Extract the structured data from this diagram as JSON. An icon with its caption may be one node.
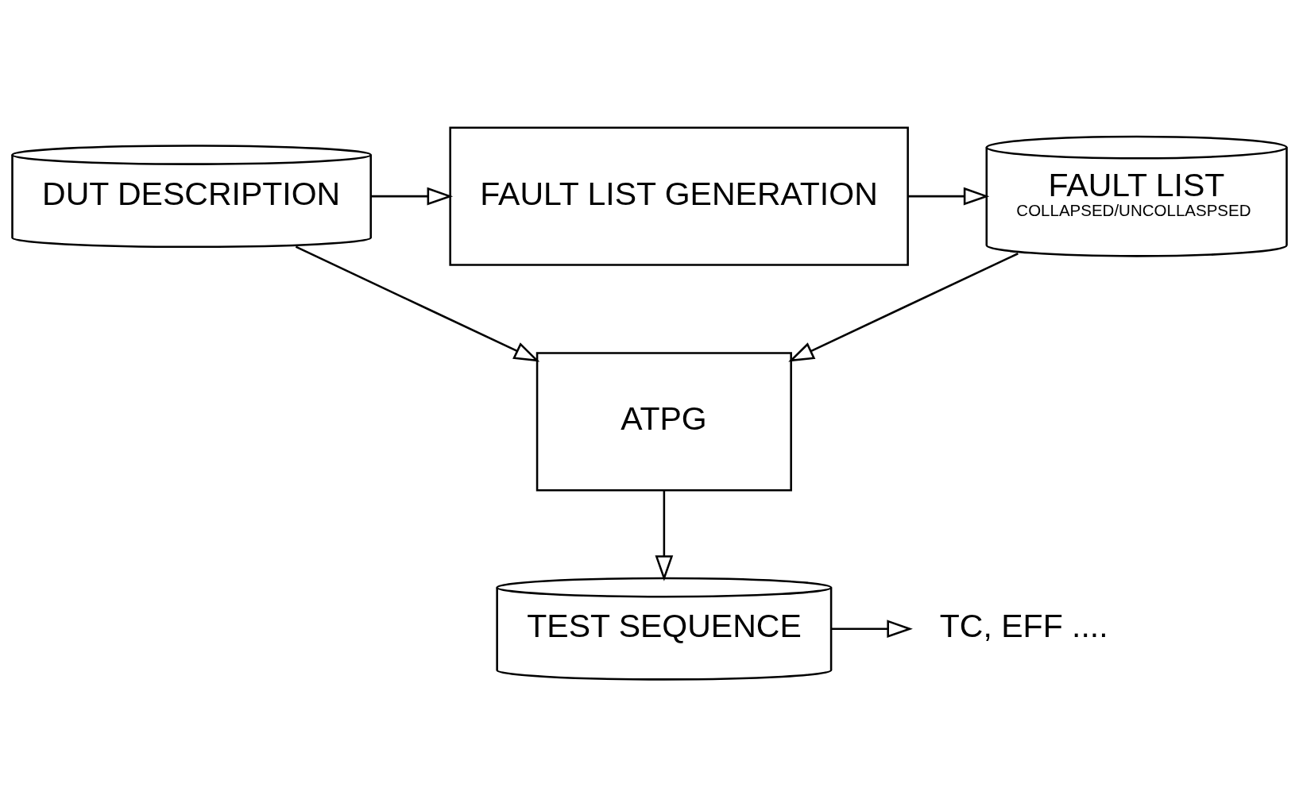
{
  "diagram": {
    "nodes": [
      {
        "text": [
          "DUT DESCRIPTION"
        ]
      },
      {
        "text": [
          "FAULT LIST GENERATION"
        ]
      },
      {
        "text": [
          "FAULT LIST",
          "COLLAPSED/UNCOLLASPSED"
        ]
      },
      {
        "text": [
          "ATPG"
        ]
      },
      {
        "text": [
          "TEST SEQUENCE"
        ]
      },
      {
        "text": [
          "TC, EFF ...."
        ]
      }
    ],
    "edges": [
      {
        "from": 0,
        "to": 1,
        "arrow": "to"
      },
      {
        "from": 1,
        "to": 2,
        "arrow": "to"
      },
      {
        "from": 0,
        "to": 3,
        "arrow": "to"
      },
      {
        "from": 2,
        "to": 3,
        "arrow": "to"
      },
      {
        "from": 3,
        "to": 4,
        "arrow": "to"
      },
      {
        "from": 4,
        "to": 5,
        "arrow": "to"
      }
    ]
  }
}
